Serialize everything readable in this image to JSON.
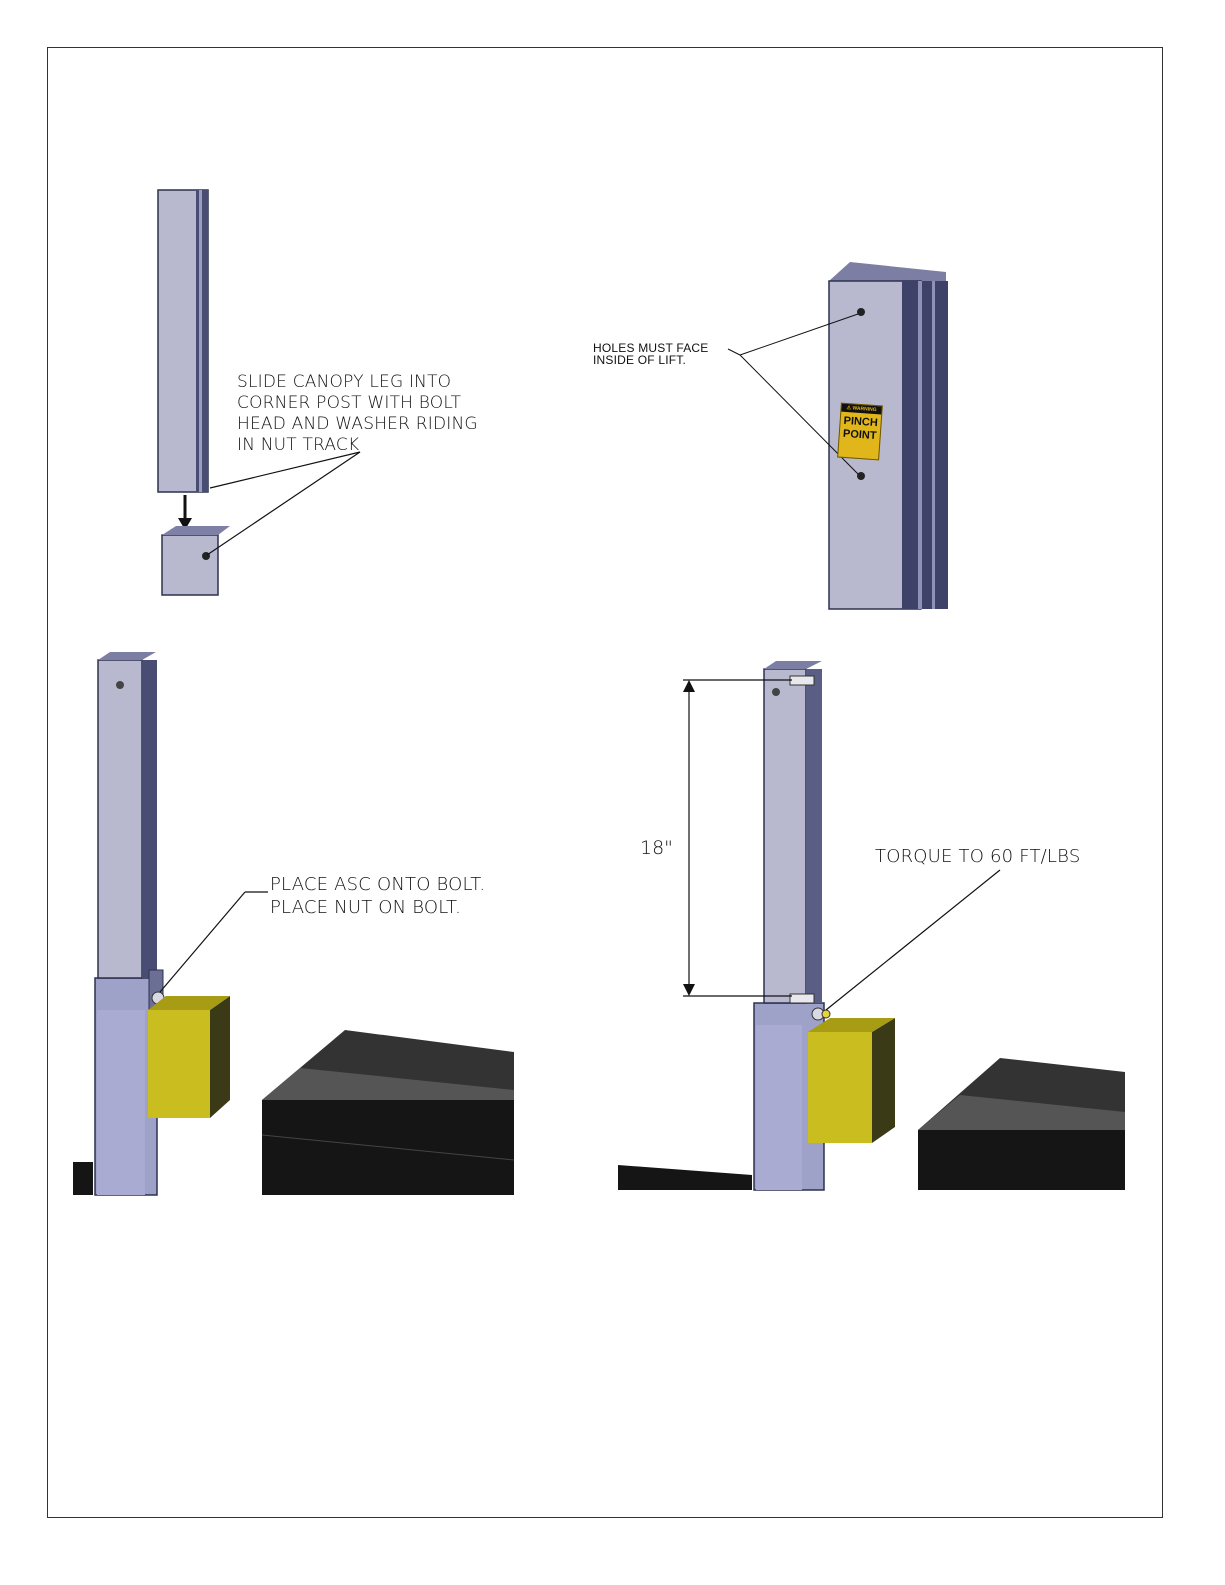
{
  "figures": [
    {
      "name": "canopy-leg-insertion",
      "callout": [
        "SLIDE CANOPY LEG INTO",
        "CORNER POST WITH BOLT",
        "HEAD AND WASHER RIDING",
        "IN NUT TRACK"
      ]
    },
    {
      "name": "corner-post-holes",
      "callout": [
        "HOLES MUST FACE",
        "INSIDE OF LIFT."
      ],
      "warning_label": {
        "header": "⚠ WARNING",
        "body": "PINCH POINT"
      }
    },
    {
      "name": "asc-placement",
      "callout": [
        "PLACE ASC ONTO BOLT.",
        "PLACE NUT ON BOLT."
      ]
    },
    {
      "name": "torque-setting",
      "callout": [
        "TORQUE TO 60 FT/LBS"
      ],
      "dimension": "18\""
    }
  ],
  "colors": {
    "post": "#b5b6cc",
    "post_dark": "#3d4066",
    "asc_block": "#c9bd1f",
    "platform": "#151515"
  }
}
